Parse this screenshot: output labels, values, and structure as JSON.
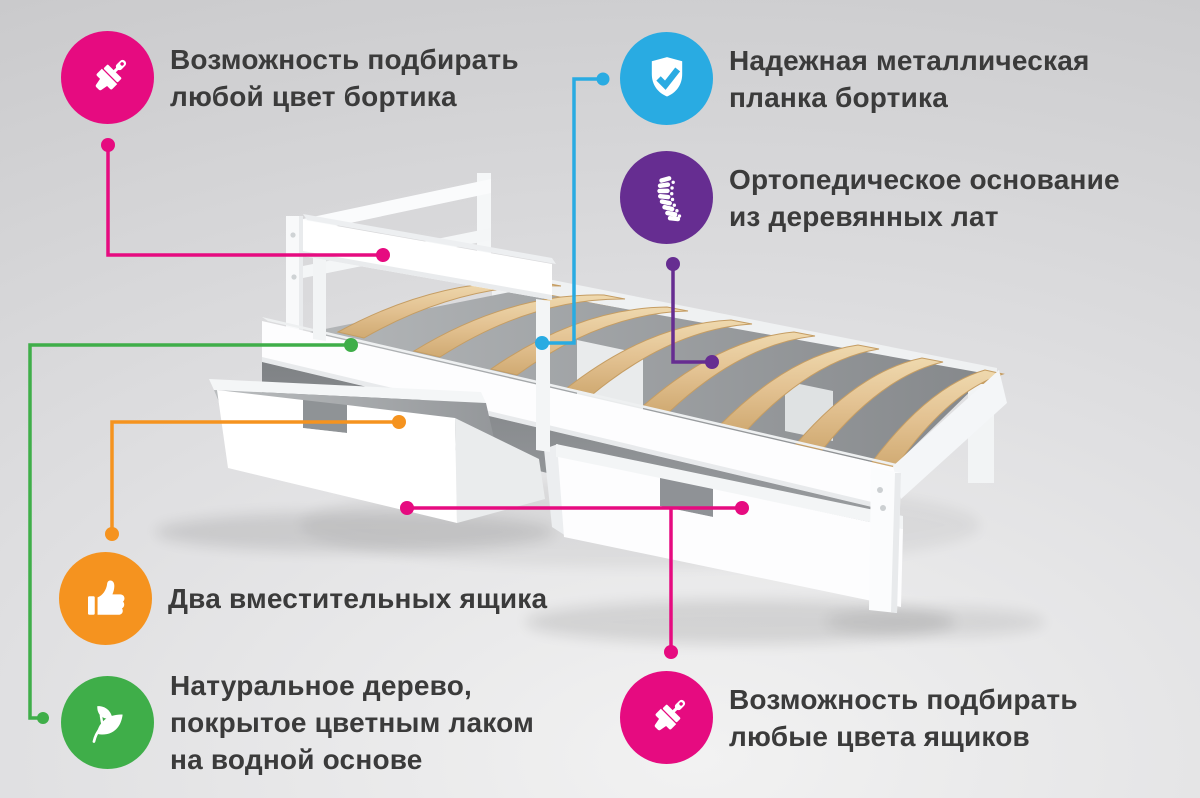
{
  "colors": {
    "text": "#3b3b3b",
    "background_top": "#c7c7c9",
    "background_mid": "#dfdfe1",
    "background_bottom": "#f2f2f2",
    "bed_frame": "#ffffff",
    "wood_slats": "#e3c292",
    "wood_ledge": "#c9a165",
    "drawer_interior": "#a3a6a9"
  },
  "features": [
    {
      "id": "rail-color",
      "icon": "paintbrush-icon",
      "color": "#e60b80",
      "lines": [
        "Возможность подбирать",
        "любой цвет бортика"
      ]
    },
    {
      "id": "metal-plank",
      "icon": "shield-check-icon",
      "color": "#29abe2",
      "lines": [
        "Надежная металлическая",
        "планка бортика"
      ]
    },
    {
      "id": "orthopedic-base",
      "icon": "spine-icon",
      "color": "#662d91",
      "lines": [
        "Ортопедическое основание",
        "из деревянных лат"
      ]
    },
    {
      "id": "two-drawers",
      "icon": "thumbs-up-icon",
      "color": "#f5931f",
      "lines": [
        "Два вместительных ящика"
      ]
    },
    {
      "id": "natural-wood",
      "icon": "leaves-icon",
      "color": "#3fae49",
      "lines": [
        "Натуральное дерево,",
        "покрытое цветным лаком",
        "на водной основе"
      ]
    },
    {
      "id": "drawer-colors",
      "icon": "paintbrush-icon",
      "color": "#e60b80",
      "lines": [
        "Возможность подбирать",
        "любые цвета ящиков"
      ]
    }
  ]
}
